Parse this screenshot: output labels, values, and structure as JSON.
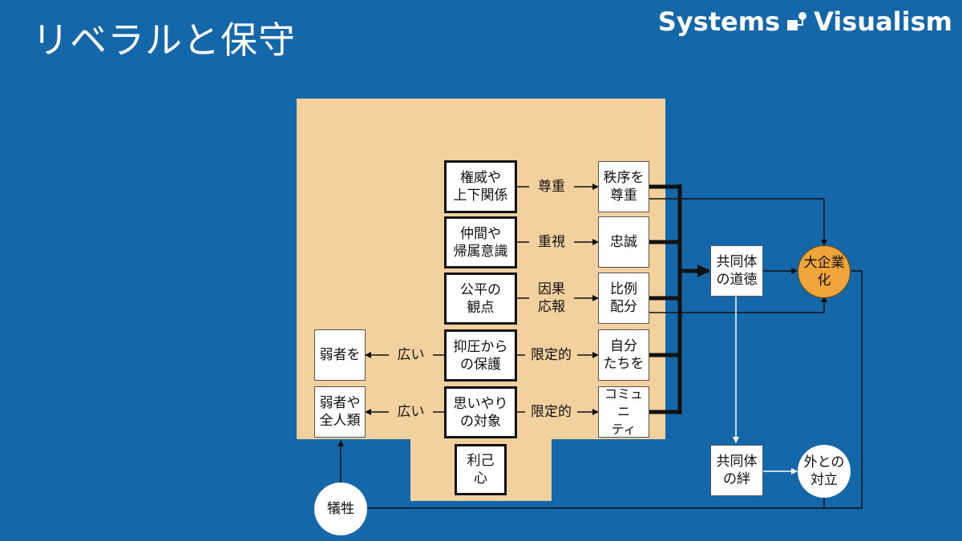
{
  "header": {
    "title": "リベラルと保守",
    "brand_left": "Systems",
    "brand_right": "Visualism"
  },
  "diagram": {
    "foundations": [
      "権威や\n上下関係",
      "仲間や\n帰属意識",
      "公平の\n観点",
      "抑圧から\nの保護",
      "思いやり\nの対象"
    ],
    "selfinterest": "利己\n心",
    "relations": [
      "尊重",
      "重視",
      "因果\n応報",
      "限定的",
      "限定的"
    ],
    "values": [
      "秩序を\n尊重",
      "忠誠",
      "比例\n配分",
      "自分\nたちを",
      "コミュニ\nティ"
    ],
    "wide_labels": [
      "広い",
      "広い"
    ],
    "weak": [
      "弱者を",
      "弱者や\n全人類"
    ],
    "community_morality": "共同体\nの道徳",
    "community_bond": "共同体\nの絆",
    "big_business": "大企業\n化",
    "external_conflict": "外との\n対立",
    "sacrifice": "犠牲"
  },
  "colors": {
    "background": "#1467a8",
    "panel": "#f2d19e",
    "accent_orange": "#f0a43a",
    "line": "#111111"
  }
}
